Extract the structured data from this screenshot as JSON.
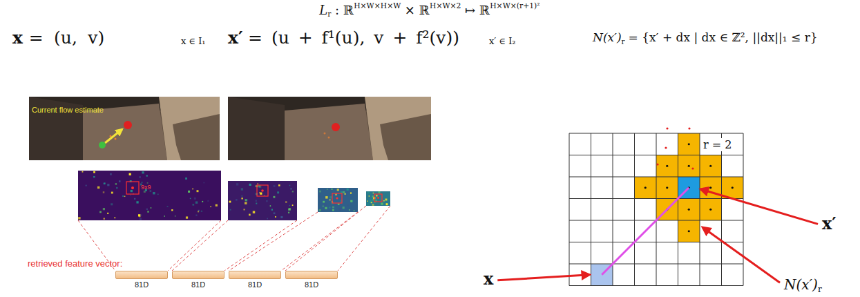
{
  "diagram": {
    "nodes": [
      {
        "text": [
          "81D"
        ]
      },
      {
        "text": [
          "81D"
        ]
      },
      {
        "text": [
          "81D"
        ]
      },
      {
        "text": [
          "81D"
        ]
      }
    ],
    "labels": [
      "L",
      "r",
      ": ℝ",
      "H×W×H×W",
      "× ℝ",
      "H×W×2",
      "↦ ℝ",
      "H×W×(r+1)²",
      "x",
      "= (u, v)",
      "x ∈ I₁",
      "x′",
      "= (u + f¹(u), v + f²(v))",
      "x′ ∈ I₂",
      "N(x′)",
      "r",
      "= {x′ + dx | dx ∈ ℤ², ||dx||₁ ≤ r}",
      "Current flow estimate",
      "9x9",
      "retrieved feature vector:",
      "r = 2",
      "x",
      "x′",
      "N(x′)",
      "r"
    ]
  }
}
